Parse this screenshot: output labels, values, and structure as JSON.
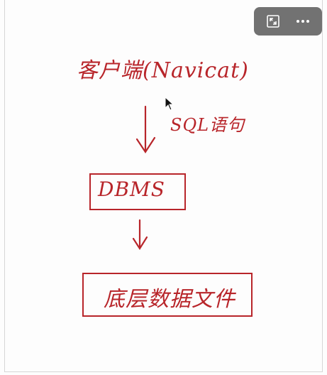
{
  "toolbar": {
    "expand_icon": "expand-icon",
    "more_icon": "more-horizontal-icon"
  },
  "diagram": {
    "client_label": "客户端(Navicat)",
    "arrow1_label": "SQL语句",
    "dbms_label": "DBMS",
    "storage_label": "底层数据文件"
  },
  "colors": {
    "ink": "#b8252a",
    "toolbar_bg": "#5f5f5f",
    "background": "#fdfdfd"
  }
}
